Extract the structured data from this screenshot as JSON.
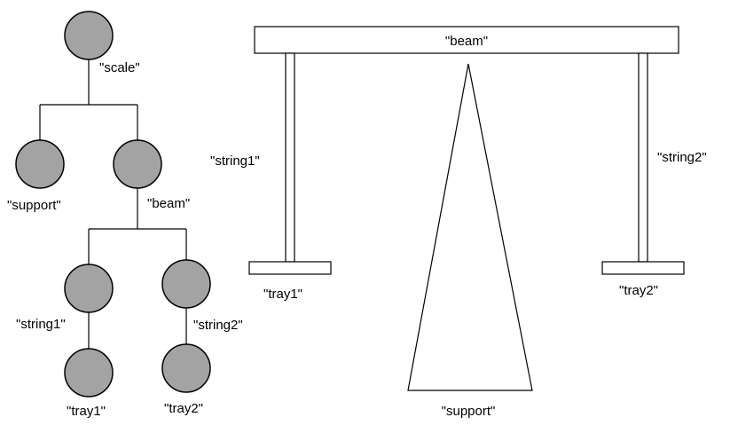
{
  "figure": {
    "background": "#ffffff",
    "line_color": "#000000"
  },
  "tree": {
    "node_fill": "#a3a3a3",
    "node_stroke": "#000000",
    "nodes": {
      "scale": {
        "label": "\"scale\""
      },
      "support": {
        "label": "\"support\""
      },
      "beam": {
        "label": "\"beam\""
      },
      "string1": {
        "label": "\"string1\""
      },
      "string2": {
        "label": "\"string2\""
      },
      "tray1": {
        "label": "\"tray1\""
      },
      "tray2": {
        "label": "\"tray2\""
      }
    },
    "edges": [
      {
        "from": "scale",
        "to": "support"
      },
      {
        "from": "scale",
        "to": "beam"
      },
      {
        "from": "beam",
        "to": "string1"
      },
      {
        "from": "beam",
        "to": "string2"
      },
      {
        "from": "string1",
        "to": "tray1"
      },
      {
        "from": "string2",
        "to": "tray2"
      }
    ]
  },
  "drawing": {
    "labels": {
      "beam": "\"beam\"",
      "string1": "\"string1\"",
      "string2": "\"string2\"",
      "tray1": "\"tray1\"",
      "tray2": "\"tray2\"",
      "support": "\"support\""
    }
  }
}
